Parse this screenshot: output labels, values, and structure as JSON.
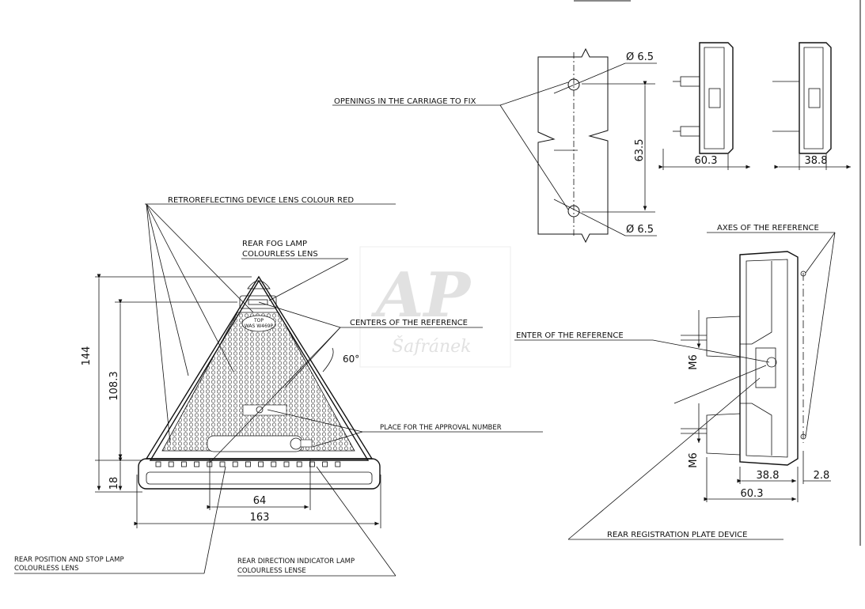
{
  "labels": {
    "retro": "RETROREFLECTING DEVICE LENS COLOUR RED",
    "fog_1": "REAR FOG LAMP",
    "fog_2": "COLOURLESS LENS",
    "centers": "CENTERS OF THE REFERENCE",
    "angle": "60°",
    "approval": "PLACE FOR THE APPROVAL NUMBER",
    "openings": "OPENINGS IN THE CARRIAGE TO FIX",
    "center_ref": "ENTER OF THE REFERENCE",
    "axes": "AXES OF THE REFERENCE",
    "rear_reg": "REAR REGISTRATION PLATE DEVICE",
    "pos_stop_1": "REAR POSITION AND STOP LAMP",
    "pos_stop_2": "COLOURLESS LENS",
    "indicator_1": "REAR DIRECTION INDICATOR LAMP",
    "indicator_2": "COLOURLESS LENSE"
  },
  "dimensions": {
    "hole_dia_top": "Ø 6.5",
    "hole_dia_bottom": "Ø 6.5",
    "hole_spacing": "63.5",
    "depth_a": "60.3",
    "depth_b": "38.8",
    "height_total": "144",
    "height_ref": "108.3",
    "base_height": "18",
    "width_inner": "64",
    "width_total": "163",
    "m6_top": "M6",
    "m6_bottom": "M6",
    "side_38": "38.8",
    "side_2_8": "2.8",
    "side_60": "60.3"
  },
  "lamp_marks": {
    "top_plate_1": "TOP",
    "top_plate_2": "WAS W469P"
  },
  "watermark": {
    "logo": "AP",
    "name": "Šafránek"
  }
}
